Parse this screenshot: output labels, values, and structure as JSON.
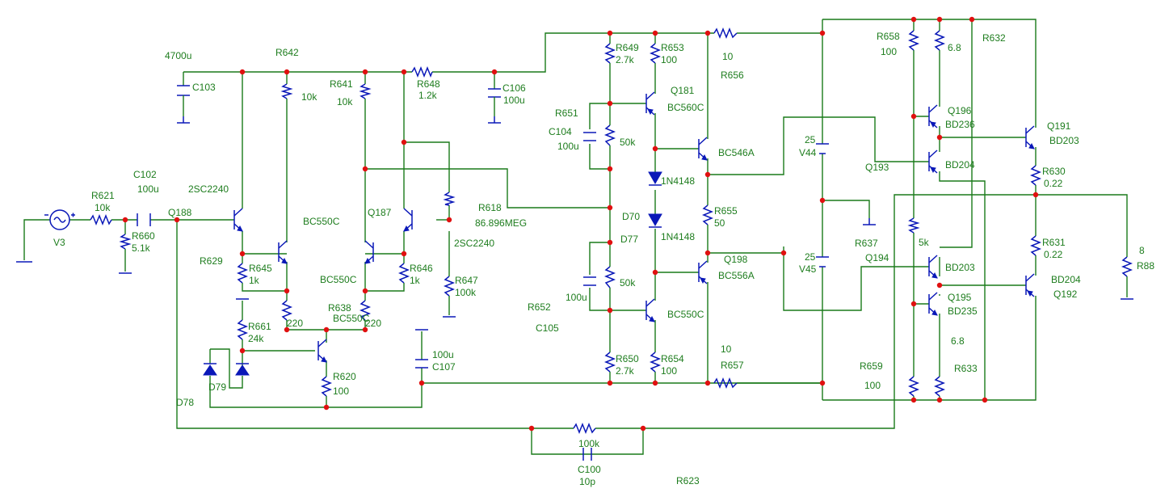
{
  "colors": {
    "wire": "#1a7a1a",
    "component": "#0a18b8",
    "junction": "#e01010",
    "label": "#1e7d1e",
    "background": "#ffffff"
  },
  "source": {
    "name": "V3"
  },
  "capacitors": {
    "C102": {
      "name": "C102",
      "value": "100u"
    },
    "C103": {
      "name": "C103",
      "value": "4700u"
    },
    "C106": {
      "name": "C106",
      "value": "100u"
    },
    "C104": {
      "name": "C104",
      "value": "100u"
    },
    "C105": {
      "name": "C105",
      "value": "100u"
    },
    "C107": {
      "name": "C107",
      "value": "100u"
    },
    "C100": {
      "name": "C100",
      "value": "10p"
    }
  },
  "resistors": {
    "R621": {
      "name": "R621",
      "value": "10k"
    },
    "R660": {
      "name": "R660",
      "value": "5.1k"
    },
    "R642": {
      "name": "R642",
      "value": "10k"
    },
    "R641": {
      "name": "R641",
      "value": "10k"
    },
    "R648": {
      "name": "R648",
      "value": "1.2k"
    },
    "R618": {
      "name": "R618",
      "value": "86.896MEG"
    },
    "R629": {
      "name": "R629"
    },
    "R645": {
      "name": "R645",
      "value": "1k"
    },
    "R646": {
      "name": "R646",
      "value": "1k"
    },
    "R638": {
      "name": "R638"
    },
    "R661": {
      "name": "R661",
      "value": "24k"
    },
    "R620": {
      "name": "R620",
      "value": "100"
    },
    "R647": {
      "name": "R647",
      "value": "100k"
    },
    "R649": {
      "name": "R649",
      "value": "2.7k"
    },
    "R653": {
      "name": "R653",
      "value": "100"
    },
    "R651": {
      "name": "R651",
      "value": "50k"
    },
    "R652": {
      "name": "R652",
      "value": "50k"
    },
    "R650": {
      "name": "R650",
      "value": "2.7k"
    },
    "R654": {
      "name": "R654",
      "value": "100"
    },
    "R655": {
      "name": "R655",
      "value": "50"
    },
    "R656": {
      "name": "R656",
      "value": "10"
    },
    "R657": {
      "name": "R657",
      "value": "10"
    },
    "R658": {
      "name": "R658",
      "value": "100"
    },
    "R632": {
      "name": "R632",
      "value": "6.8"
    },
    "R637": {
      "name": "R637",
      "value": "5k"
    },
    "R659": {
      "name": "R659",
      "value": "100"
    },
    "R633": {
      "name": "R633",
      "value": "6.8"
    },
    "R630": {
      "name": "R630",
      "value": "0.22"
    },
    "R631": {
      "name": "R631",
      "value": "0.22"
    },
    "R88": {
      "name": "R88",
      "value": "8"
    },
    "R623": {
      "name": "R623",
      "value": "100k"
    },
    "R220a": {
      "value": "220"
    },
    "R220b": {
      "value": "220"
    }
  },
  "transistors": {
    "Q188": {
      "name": "Q188",
      "model": "2SC2240"
    },
    "Q187": {
      "name": "Q187",
      "model": "2SC2240"
    },
    "BC550C_a": {
      "model": "BC550C"
    },
    "BC550C_b": {
      "model": "BC550C"
    },
    "BC550C_c": {
      "model": "BC550C"
    },
    "BC550C_d": {
      "model": "BC550C"
    },
    "Q181": {
      "name": "Q181",
      "model": "BC560C"
    },
    "BC546A": {
      "model": "BC546A"
    },
    "Q198": {
      "name": "Q198",
      "model": "BC556A"
    },
    "Q196": {
      "name": "Q196",
      "model": "BD236"
    },
    "Q193": {
      "name": "Q193",
      "model": "BD204"
    },
    "Q191": {
      "name": "Q191",
      "model": "BD203"
    },
    "Q194": {
      "name": "Q194",
      "model": "BD203"
    },
    "Q195": {
      "name": "Q195",
      "model": "BD235"
    },
    "Q192": {
      "name": "Q192",
      "model": "BD204"
    }
  },
  "diodes": {
    "D70": {
      "name": "D70",
      "model": "1N4148"
    },
    "D77": {
      "name": "D77",
      "model": "1N4148"
    },
    "D78": {
      "name": "D78"
    },
    "D79": {
      "name": "D79"
    }
  },
  "supplies": {
    "V44": {
      "name": "V44",
      "value": "25"
    },
    "V45": {
      "name": "V45",
      "value": "25"
    }
  }
}
